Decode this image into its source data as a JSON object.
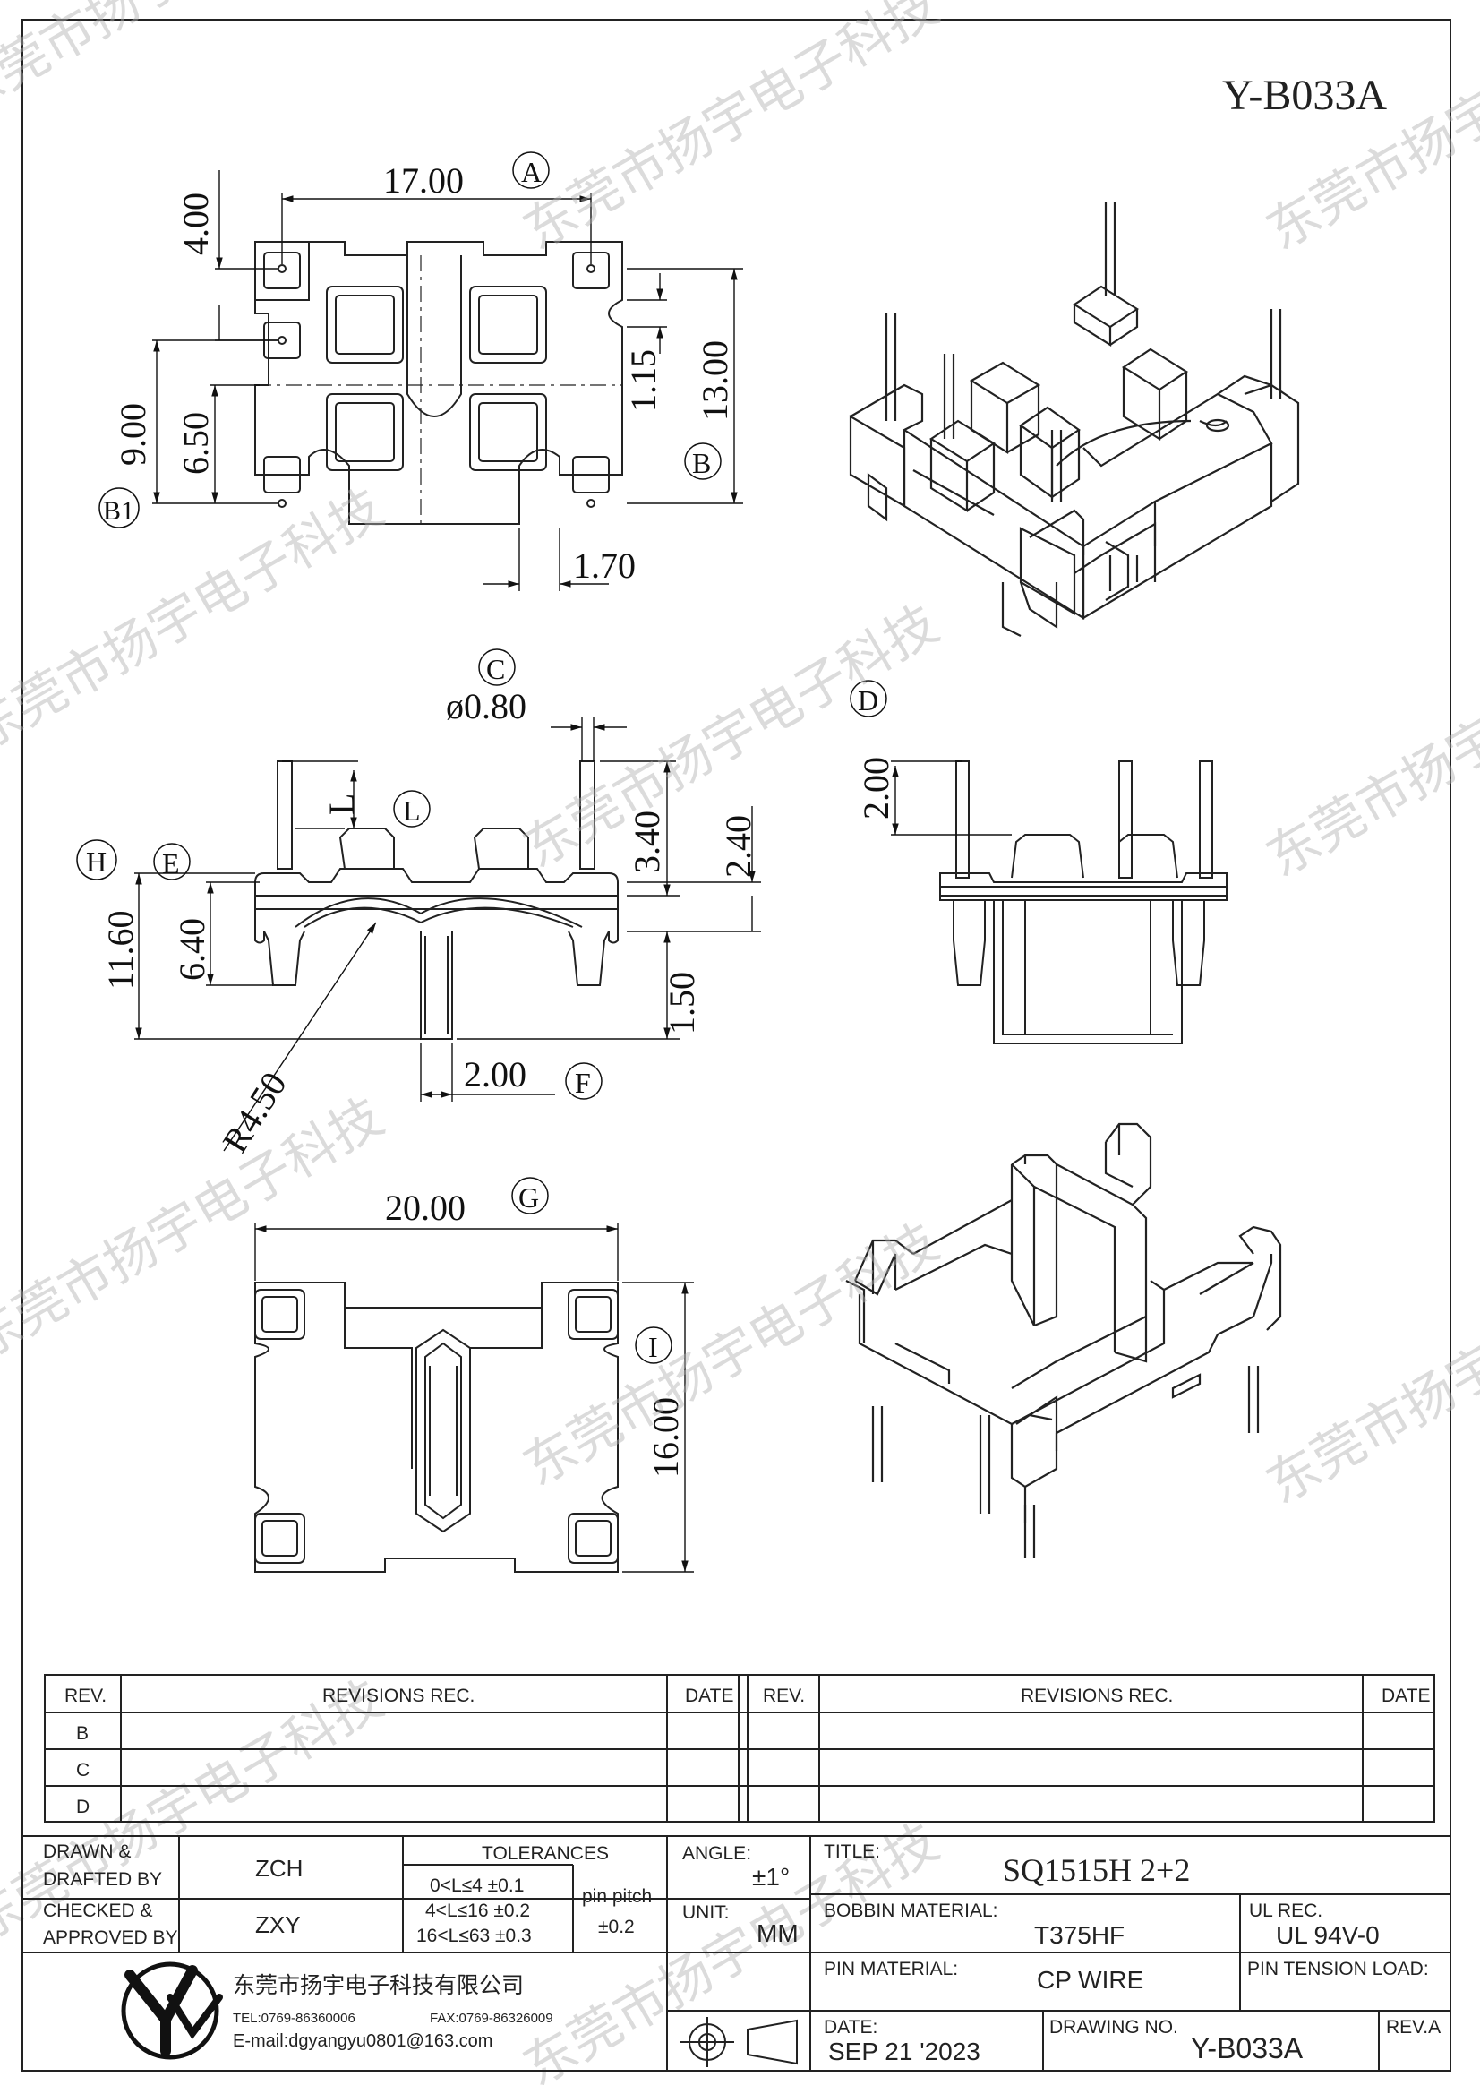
{
  "drawing_code": "Y-B033A",
  "watermark_text": "东莞市扬宇电子科技",
  "top_view": {
    "dim_width": "17.00",
    "dim_width_tag": "A",
    "dim_top": "4.00",
    "dim_slot": "1.15",
    "dim_height": "13.00",
    "dim_height_tag": "B",
    "dim_pitch_v": "9.00",
    "dim_pitch_v2": "6.50",
    "dim_pitch_v2_tag": "B1",
    "dim_notch": "1.70"
  },
  "front_view": {
    "dim_pin_dia": "ø0.80",
    "dim_pin_dia_tag": "C",
    "dim_l": "L",
    "dim_l_tag": "L",
    "dim_340": "3.40",
    "dim_240": "2.40",
    "dim_total_h": "11.60",
    "dim_total_h_tag": "H",
    "dim_body_h": "6.40",
    "dim_body_h_tag": "E",
    "dim_150": "1.50",
    "dim_foot_w": "2.00",
    "dim_foot_w_tag": "F",
    "dim_radius": "R4.50"
  },
  "side_view": {
    "dim_pin_len": "2.00",
    "tag": "D"
  },
  "bottom_view": {
    "dim_width": "20.00",
    "dim_width_tag": "G",
    "dim_height": "16.00",
    "dim_height_tag": "I"
  },
  "revisions": {
    "headers": {
      "rev": "REV.",
      "rec": "REVISIONS    REC.",
      "date": "DATE"
    },
    "rows": [
      "B",
      "C",
      "D"
    ]
  },
  "title_block": {
    "drawn_label_1": "DRAWN &",
    "drawn_label_2": "DRAFTED BY",
    "drawn_by": "ZCH",
    "checked_label_1": "CHECKED &",
    "checked_label_2": "APPROVED BY",
    "checked_by": "ZXY",
    "tolerances_label": "TOLERANCES",
    "tol_1": "0<L≤4     ±0.1",
    "tol_2": "4<L≤16   ±0.2",
    "tol_3": "16<L≤63  ±0.3",
    "pin_pitch_label": "pin pitch",
    "pin_pitch_value": "±0.2",
    "angle_label": "ANGLE:",
    "angle_value": "±1°",
    "unit_label": "UNIT:",
    "unit_value": "MM",
    "title_label": "TITLE:",
    "title_value": "SQ1515H  2+2",
    "bobbin_label": "BOBBIN MATERIAL:",
    "bobbin_value": "T375HF",
    "ul_label": "UL REC.",
    "ul_value": "UL 94V-0",
    "pin_mat_label": "PIN MATERIAL:",
    "pin_mat_value": "CP WIRE",
    "pin_tension_label": "PIN TENSION LOAD:",
    "date_label": "DATE:",
    "date_value": "SEP 21 '2023",
    "drawing_no_label": "DRAWING NO.",
    "drawing_no_value": "Y-B033A",
    "rev_label": "REV.A",
    "company_name": "东莞市扬宇电子科技有限公司",
    "tel": "TEL:0769-86360006",
    "fax": "FAX:0769-86326009",
    "email": "E-mail:dgyangyu0801@163.com"
  }
}
